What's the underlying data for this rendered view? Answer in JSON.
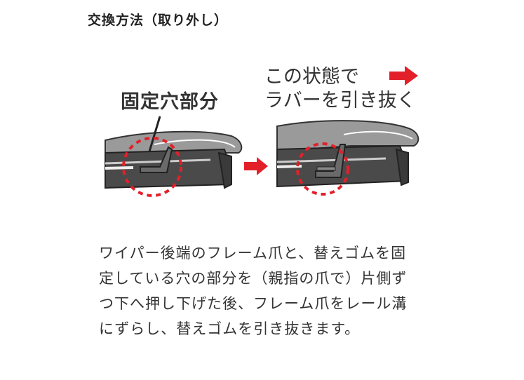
{
  "section_title": "交換方法（取り外し）",
  "illustration": {
    "label_fixed_part": "固定穴部分",
    "label_state_line1": "この状態で",
    "label_state_line2": "ラバーを引き抜く",
    "colors": {
      "arrow": "#e3202a",
      "frame": "#4a4a4a",
      "rubber": "#5a5a5a",
      "highlight": "#e3202a"
    },
    "icons": [
      "right-arrow-icon",
      "dotted-circle-marker",
      "pointer-line"
    ]
  },
  "body_text_lines": [
    "ワイパー後端のフレーム爪と、替えゴムを固",
    "定している穴の部分を（親指の爪で）片側ず",
    "つ下へ押し下げた後、フレーム爪をレール溝",
    "にずらし、替えゴムを引き抜きます。"
  ]
}
